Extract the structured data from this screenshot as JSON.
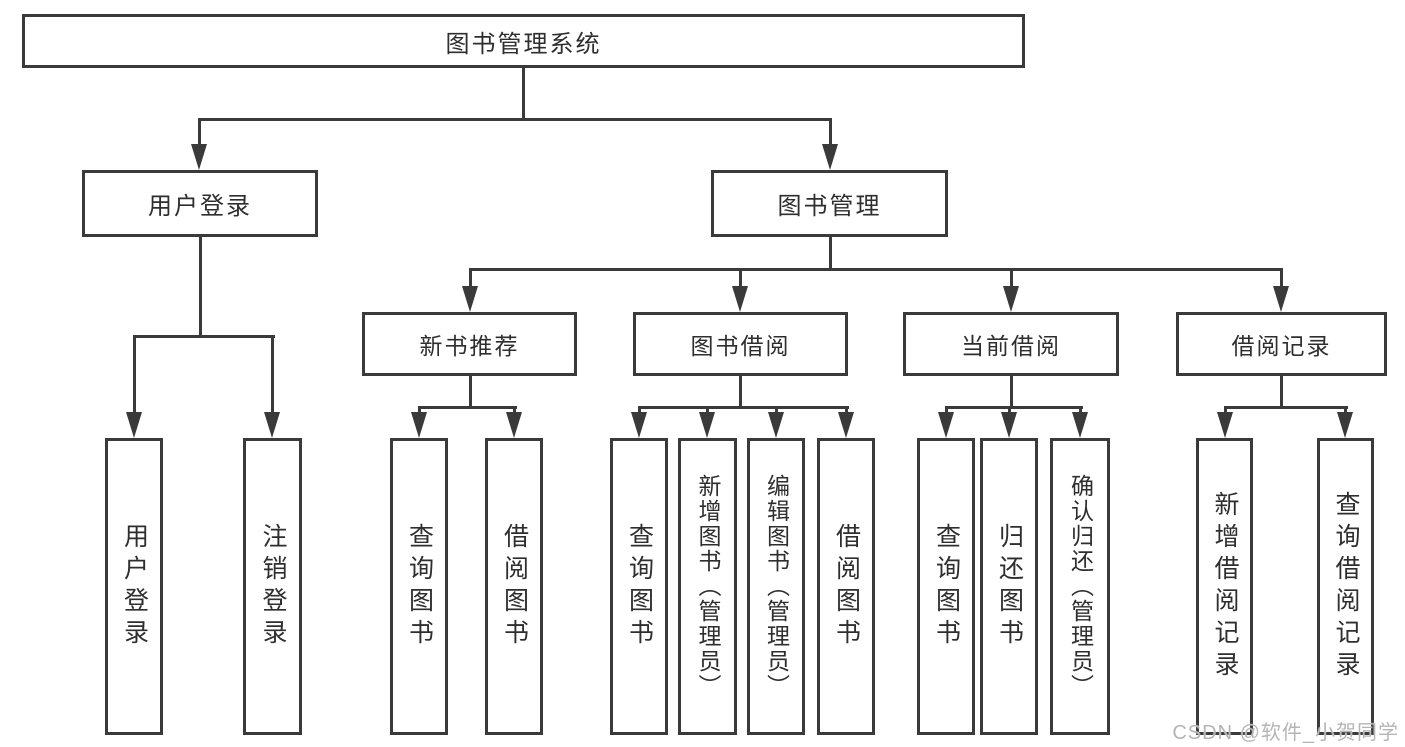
{
  "tree": {
    "root": "图书管理系统",
    "branches": [
      {
        "label": "用户登录",
        "children": [
          {
            "label": "用户登录"
          },
          {
            "label": "注销登录"
          }
        ]
      },
      {
        "label": "图书管理",
        "children": [
          {
            "label": "新书推荐",
            "children": [
              {
                "label": "查询图书"
              },
              {
                "label": "借阅图书"
              }
            ]
          },
          {
            "label": "图书借阅",
            "children": [
              {
                "label": "查询图书"
              },
              {
                "label": "新增图书（管理员）"
              },
              {
                "label": "编辑图书（管理员）"
              },
              {
                "label": "借阅图书"
              }
            ]
          },
          {
            "label": "当前借阅",
            "children": [
              {
                "label": "查询图书"
              },
              {
                "label": "归还图书"
              },
              {
                "label": "确认归还（管理员）"
              }
            ]
          },
          {
            "label": "借阅记录",
            "children": [
              {
                "label": "新增借阅记录"
              },
              {
                "label": "查询借阅记录"
              }
            ]
          }
        ]
      }
    ]
  },
  "watermark": "CSDN @软件_小贺同学",
  "colors": {
    "line": "#3a3a3a",
    "text": "#2e2e2e",
    "box_background": "#ffffff",
    "watermark": "#b5b5b5"
  }
}
